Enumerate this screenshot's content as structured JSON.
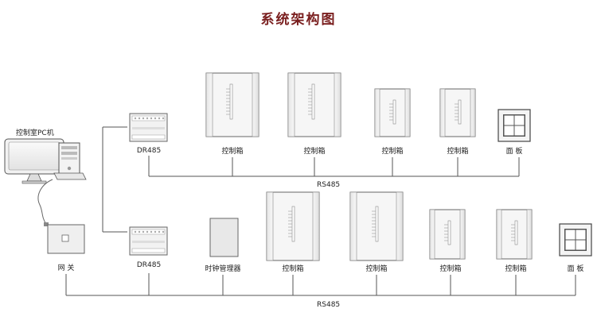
{
  "title": "系统架构图",
  "labels": {
    "pc": "控制室PC机",
    "gateway": "网 关",
    "dr485_top": "DR485",
    "dr485_bottom": "DR485",
    "clock": "时钟管理器",
    "panel_top": "面 板",
    "panel_bottom": "面 板",
    "rs485_top": "RS485",
    "rs485_bottom": "RS485",
    "box_top_1": "控制箱",
    "box_top_2": "控制箱",
    "box_top_3": "控制箱",
    "box_top_4": "控制箱",
    "box_bottom_1": "控制箱",
    "box_bottom_2": "控制箱",
    "box_bottom_3": "控制箱",
    "box_bottom_4": "控制箱"
  }
}
